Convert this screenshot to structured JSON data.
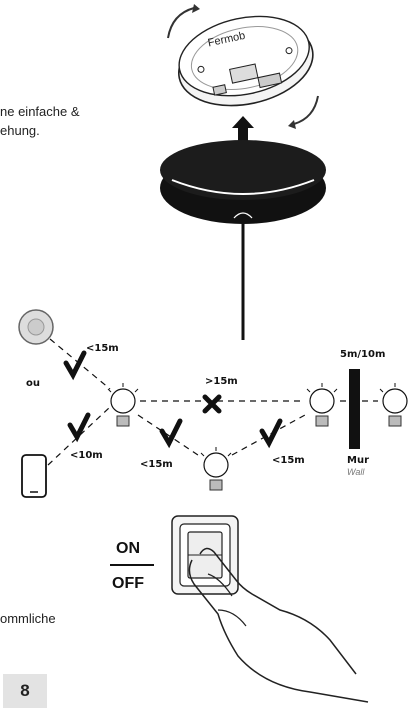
{
  "text_fragments": {
    "line1": "ne einfache &",
    "line2": "ehung.",
    "line3": "ommliche"
  },
  "mount": {
    "brand": "Fermob"
  },
  "range_diagram": {
    "label_remote": "<15m",
    "label_or": "ou",
    "label_phone": "<10m",
    "label_blocked": ">15m",
    "label_left_lower": "<15m",
    "label_right_lower": "<15m",
    "label_wall_range": "5m/10m",
    "wall_fr": "Mur",
    "wall_en": "Wall"
  },
  "switch": {
    "on": "ON",
    "off": "OFF"
  },
  "page_number": "8",
  "colors": {
    "page_box": "#e3e3e3",
    "ink": "#111111"
  }
}
